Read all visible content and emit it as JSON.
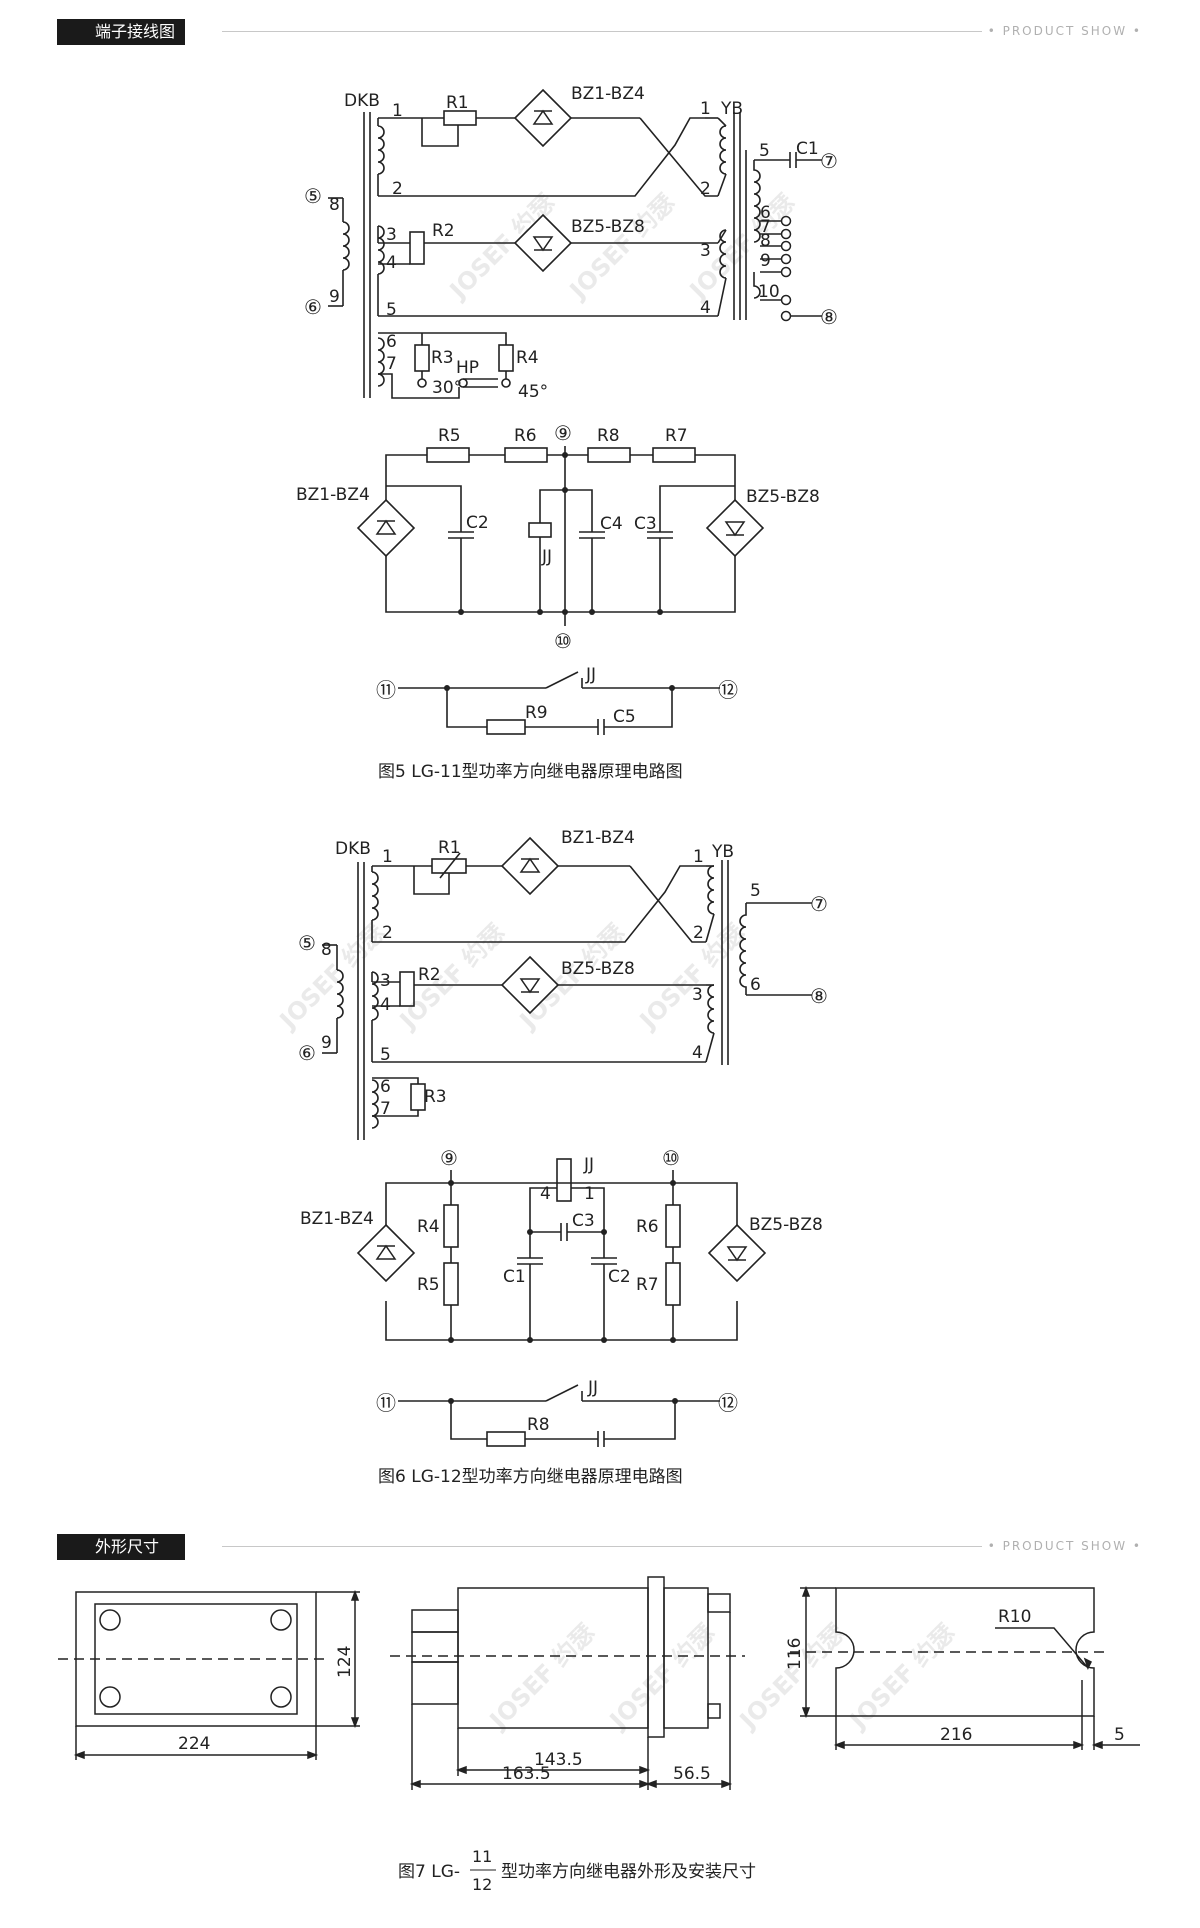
{
  "sections": {
    "wiring": "端子接线图",
    "dimensions": "外形尺寸",
    "product_show": "• PRODUCT SHOW •"
  },
  "fig5": {
    "caption": "图5   LG-11型功率方向继电器原理电路图",
    "labels": {
      "dkb": "DKB",
      "yb": "YB",
      "r1": "R1",
      "r2": "R2",
      "r3": "R3",
      "r4": "R4",
      "hp": "HP",
      "deg30": "30°",
      "deg45": "45°",
      "bz14": "BZ1-BZ4",
      "bz58": "BZ5-BZ8",
      "c1": "C1",
      "r5": "R5",
      "r6": "R6",
      "r7": "R7",
      "r8": "R8",
      "r9": "R9",
      "c2": "C2",
      "c3": "C3",
      "c4": "C4",
      "c5": "C5",
      "jj": "JJ",
      "n1": "1",
      "n2": "2",
      "n3": "3",
      "n4": "4",
      "n5": "5",
      "n6": "6",
      "n7": "7",
      "y1": "1",
      "y2": "2",
      "y3": "3",
      "y4": "4",
      "y5": "5",
      "y6": "6",
      "y7": "7",
      "y8": "8",
      "y9": "9",
      "y10": "10",
      "w8": "8",
      "w9": "9",
      "t5": "⑤",
      "t6": "⑥",
      "t7": "⑦",
      "t8": "⑧",
      "t9": "⑨",
      "t10": "⑩",
      "t11": "⑪",
      "t12": "⑫"
    }
  },
  "fig6": {
    "caption": "图6   LG-12型功率方向继电器原理电路图",
    "labels": {
      "dkb": "DKB",
      "yb": "YB",
      "r1": "R1",
      "r2": "R2",
      "r3": "R3",
      "r4": "R4",
      "r5": "R5",
      "r6": "R6",
      "r7": "R7",
      "r8": "R8",
      "bz14": "BZ1-BZ4",
      "bz58": "BZ5-BZ8",
      "c1": "C1",
      "c2": "C2",
      "c3": "C3",
      "jj": "JJ",
      "jj4": "4",
      "jj1": "1",
      "n1": "1",
      "n2": "2",
      "n3": "3",
      "n4": "4",
      "n5": "5",
      "n6": "6",
      "n7": "7",
      "y1": "1",
      "y2": "2",
      "y3": "3",
      "y4": "4",
      "y5": "5",
      "y6": "6",
      "w8": "8",
      "w9": "9",
      "t5": "⑤",
      "t6": "⑥",
      "t7": "⑦",
      "t8": "⑧",
      "t9": "⑨",
      "t10": "⑩",
      "t11": "⑪",
      "t12": "⑫"
    }
  },
  "fig7": {
    "caption_prefix": "图7  LG-",
    "caption_num_top": "11",
    "caption_num_bottom": "12",
    "caption_suffix": "型功率方向继电器外形及安装尺寸",
    "dims": {
      "w224": "224",
      "h124": "124",
      "d143": "143.5",
      "d163": "163.5",
      "d56": "56.5",
      "h116": "116",
      "w216": "216",
      "r10": "R10",
      "d5": "5"
    }
  },
  "watermark": "JOSEF 约瑟"
}
